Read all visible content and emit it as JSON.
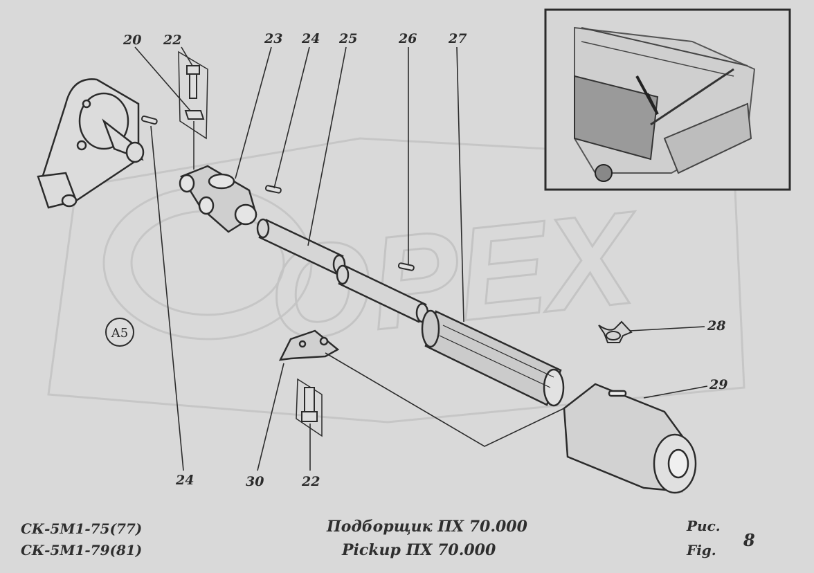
{
  "drawing": {
    "callouts": [
      "20",
      "22",
      "23",
      "24",
      "25",
      "26",
      "27",
      "28",
      "29",
      "24",
      "30",
      "22"
    ],
    "section_mark": "A5",
    "watermark_text": "OPEX"
  },
  "footer": {
    "models": [
      "СК-5М1-75(77)",
      "СК-5М1-79(81)"
    ],
    "title_ru": "Подборщик ПХ 70.000",
    "title_en": "Pickup ПХ 70.000",
    "fig_label_ru": "Рис.",
    "fig_label_en": "Fig.",
    "fig_number": "8"
  },
  "colors": {
    "background": "#d9d9d9",
    "ink": "#2b2b2b",
    "watermark": "#c4c4c4"
  }
}
